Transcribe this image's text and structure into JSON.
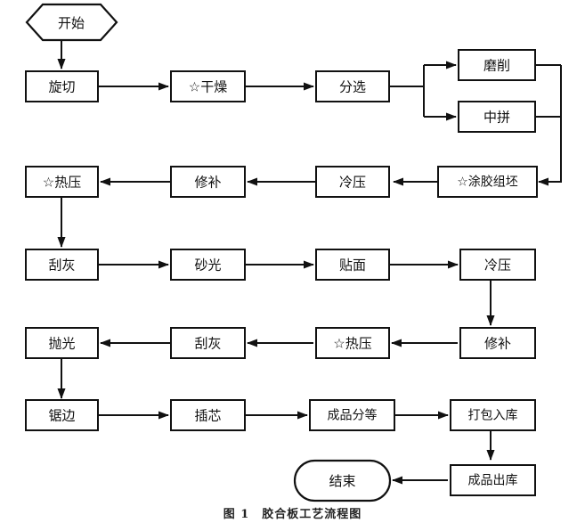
{
  "figure": {
    "caption": "图 1　胶合板工艺流程图",
    "start_label": "开始",
    "end_label": "结束"
  },
  "nodes": {
    "start": "开始",
    "xuanqie": "旋切",
    "ganzao": "☆干燥",
    "fenxuan": "分选",
    "moxiao": "磨削",
    "zhongpin": "中拼",
    "tujiao": "☆涂胶组坯",
    "lengya1": "冷压",
    "xiubu1": "修补",
    "reya1": "☆热压",
    "guahui1": "刮灰",
    "shaguang": "砂光",
    "tiemian": "贴面",
    "lengya2": "冷压",
    "xiubu2": "修补",
    "reya2": "☆热压",
    "guahui2": "刮灰",
    "paoguang": "抛光",
    "jubian": "锯边",
    "chaxin": "插芯",
    "chengpinfendeng": "成品分等",
    "dabaoruku": "打包入库",
    "chengpinchuku": "成品出库",
    "end": "结束"
  },
  "colors": {
    "stroke": "#111111",
    "fill": "#ffffff",
    "background": "#ffffff"
  },
  "flow_sequence": [
    "开始",
    "旋切",
    "☆干燥",
    "分选",
    "磨削",
    "中拼",
    "☆涂胶组坯",
    "冷压",
    "修补",
    "☆热压",
    "刮灰",
    "砂光",
    "贴面",
    "冷压",
    "修补",
    "☆热压",
    "刮灰",
    "抛光",
    "锯边",
    "插芯",
    "成品分等",
    "打包入库",
    "成品出库",
    "结束"
  ]
}
